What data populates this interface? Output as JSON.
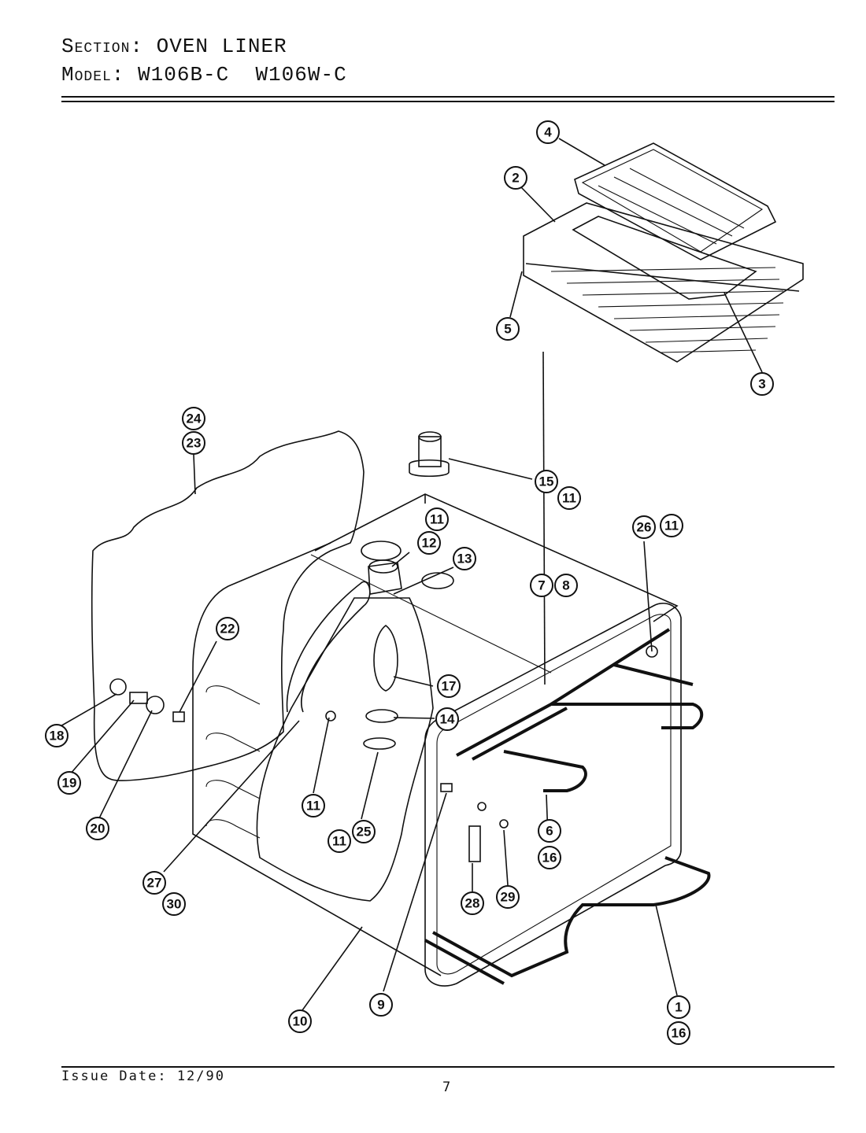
{
  "header": {
    "section_label": "Section:",
    "section_value": "OVEN LINER",
    "model_label": "Model:",
    "model_value": "W106B-C  W106W-C"
  },
  "callouts": {
    "c1": "1",
    "c2": "2",
    "c3": "3",
    "c4": "4",
    "c5": "5",
    "c6": "6",
    "c7": "7",
    "c8": "8",
    "c9": "9",
    "c10": "10",
    "c11a": "11",
    "c11b": "11",
    "c11c": "11",
    "c11d": "11",
    "c11e": "11",
    "c12": "12",
    "c13": "13",
    "c14": "14",
    "c15": "15",
    "c16a": "16",
    "c16b": "16",
    "c17": "17",
    "c18": "18",
    "c19": "19",
    "c20": "20",
    "c22": "22",
    "c23": "23",
    "c24": "24",
    "c25": "25",
    "c26": "26",
    "c27": "27",
    "c28": "28",
    "c29": "29",
    "c30": "30"
  },
  "footer": {
    "issue_date": "Issue Date: 12/90",
    "page_number": "7"
  }
}
